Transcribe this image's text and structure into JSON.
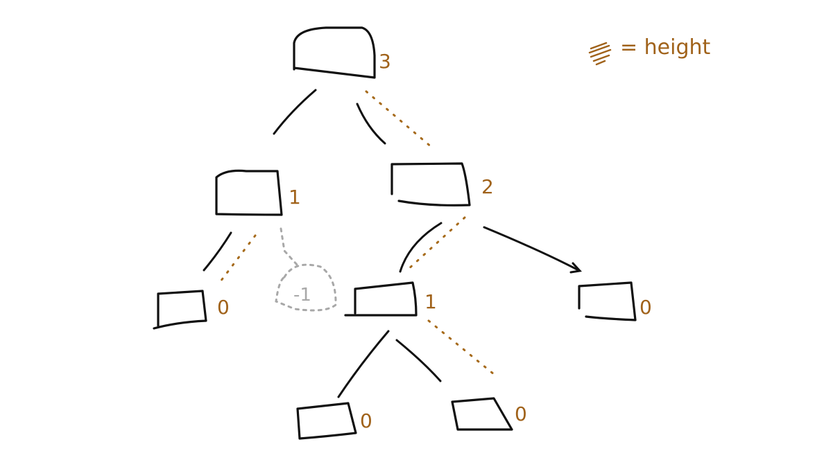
{
  "legend": {
    "text": "= height",
    "swatch_color": "#a0621a"
  },
  "nodes": [
    {
      "id": "root",
      "height": "3"
    },
    {
      "id": "left",
      "height": "1"
    },
    {
      "id": "right",
      "height": "2"
    },
    {
      "id": "left-left",
      "height": "0"
    },
    {
      "id": "left-null",
      "height": "-1"
    },
    {
      "id": "right-left",
      "height": "1"
    },
    {
      "id": "right-right",
      "height": "0"
    },
    {
      "id": "right-left-left",
      "height": "0"
    },
    {
      "id": "right-left-right",
      "height": "0"
    }
  ],
  "colors": {
    "ink": "#111111",
    "height": "#a0621a",
    "null": "#a8a8a8"
  }
}
